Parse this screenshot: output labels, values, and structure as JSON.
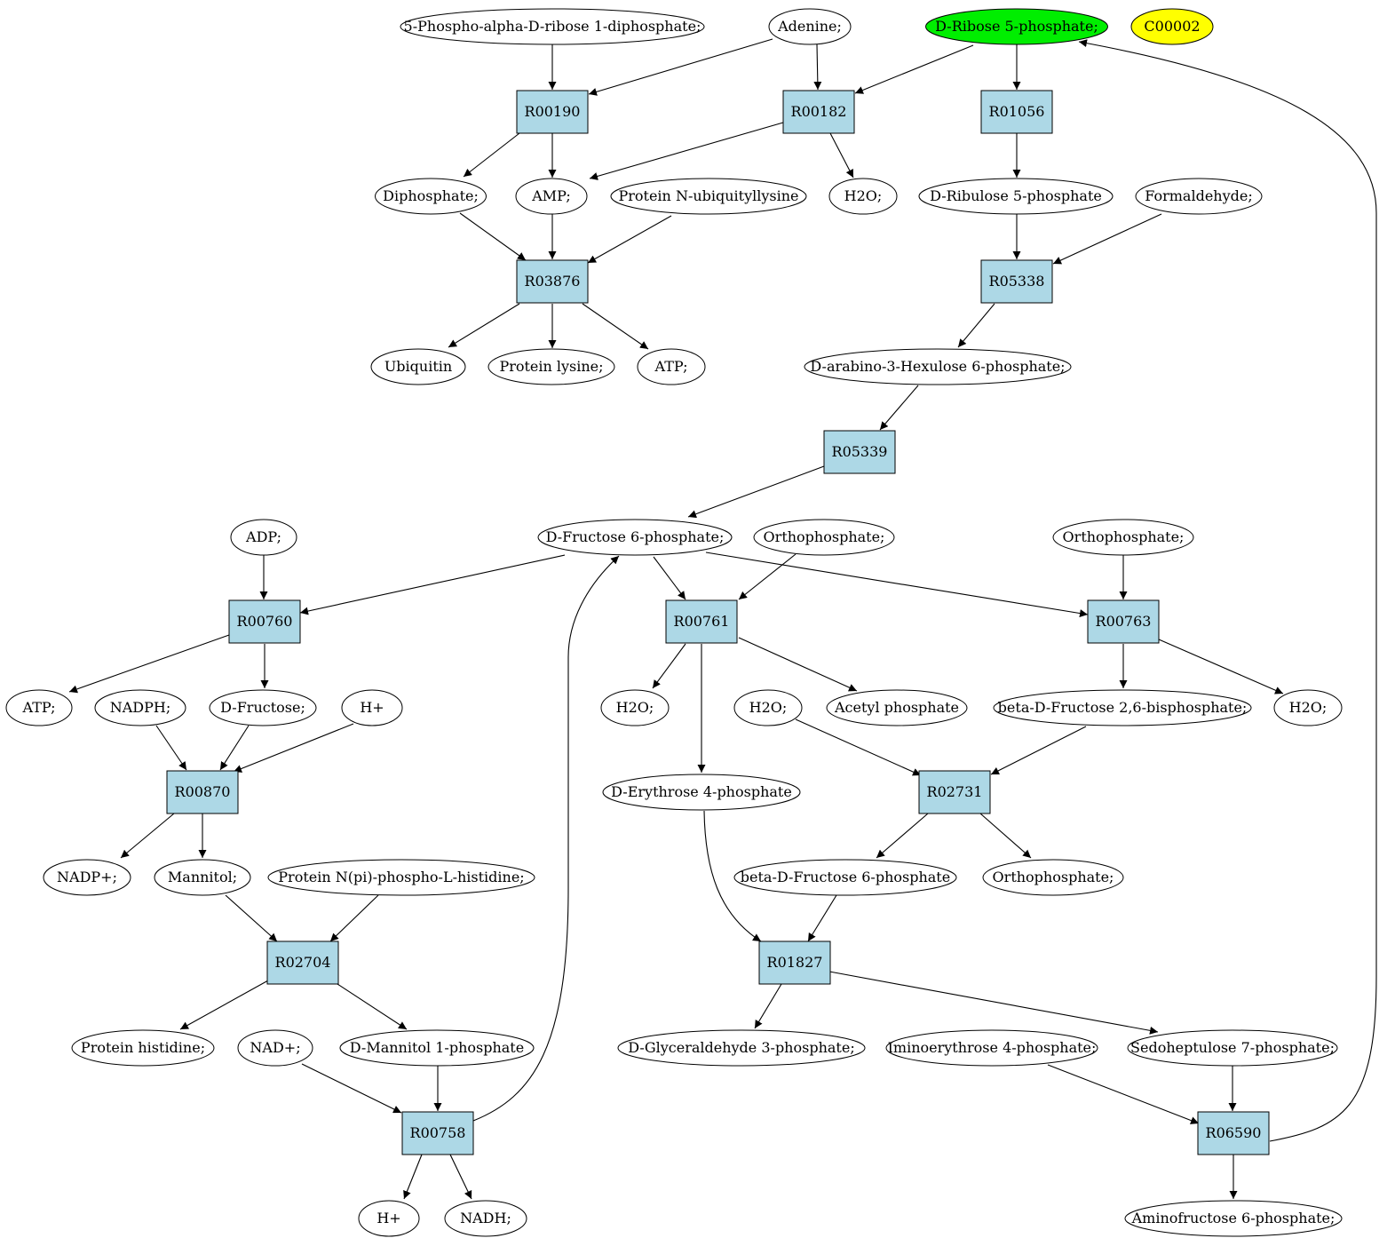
{
  "colors": {
    "reaction_fill": "#add8e6",
    "highlight_fill": "#00ee00",
    "extra_fill": "#ffff00",
    "compound_fill": "#ffffff"
  },
  "nodes": {
    "prpp": "5-Phospho-alpha-D-ribose 1-diphosphate;",
    "adenine": "Adenine;",
    "ribose5p": "D-Ribose 5-phosphate;",
    "c00002": "C00002",
    "r00190": "R00190",
    "r00182": "R00182",
    "r01056": "R01056",
    "diphosphate": "Diphosphate;",
    "amp": "AMP;",
    "prot_ub_lys": "Protein N-ubiquityllysine",
    "h2o_a": "H2O;",
    "ribulose5p": "D-Ribulose 5-phosphate",
    "formaldehyde": "Formaldehyde;",
    "r03876": "R03876",
    "r05338": "R05338",
    "ubiquitin": "Ubiquitin",
    "protein_lysine": "Protein lysine;",
    "atp_a": "ATP;",
    "hexulose6p": "D-arabino-3-Hexulose 6-phosphate;",
    "r05339": "R05339",
    "adp": "ADP;",
    "fructose6p": "D-Fructose 6-phosphate;",
    "ortho_a": "Orthophosphate;",
    "ortho_b": "Orthophosphate;",
    "r00760": "R00760",
    "r00761": "R00761",
    "r00763": "R00763",
    "atp_b": "ATP;",
    "nadph": "NADPH;",
    "fructose": "D-Fructose;",
    "hplus_a": "H+",
    "h2o_b": "H2O;",
    "h2o_c": "H2O;",
    "acetylp": "Acetyl phosphate",
    "fru26bp": "beta-D-Fructose 2,6-bisphosphate;",
    "h2o_d": "H2O;",
    "r00870": "R00870",
    "erythrose4p": "D-Erythrose 4-phosphate",
    "r02731": "R02731",
    "nadp": "NADP+;",
    "mannitol": "Mannitol;",
    "prot_phospho_his": "Protein N(pi)-phospho-L-histidine;",
    "bfru6p": "beta-D-Fructose 6-phosphate",
    "ortho_c": "Orthophosphate;",
    "r02704": "R02704",
    "r01827": "R01827",
    "protein_histidine": "Protein histidine;",
    "nad": "NAD+;",
    "mannitol1p": "D-Mannitol 1-phosphate",
    "g3p": "D-Glyceraldehyde 3-phosphate;",
    "iminoerythrose4p": "Iminoerythrose 4-phosphate;",
    "sedoheptulose7p": "Sedoheptulose 7-phosphate;",
    "r00758": "R00758",
    "r06590": "R06590",
    "hplus_b": "H+",
    "nadh": "NADH;",
    "aminofructose6p": "Aminofructose 6-phosphate;"
  }
}
